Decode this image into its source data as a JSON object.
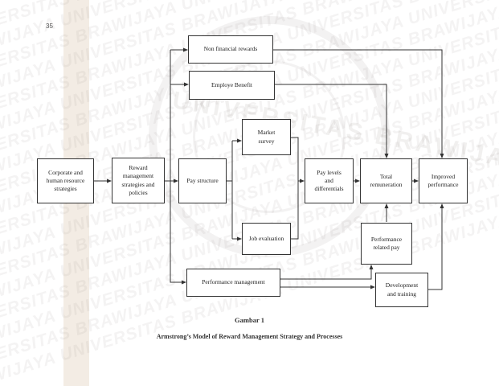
{
  "page_number": "35",
  "watermark": {
    "lines": [
      "UNIVERSITAS BRAWIJAYA UNIVERSITAS BRAWIJAYA UNIVERSITAS BRAWIJAYA",
      "BRAWIJAYA UNIVERSITAS BRAWIJAYA UNIVERSITAS BRAWIJAYA UNIVERSITAS",
      "UNIVERSITAS BRAWIJAYA UNIVERSITAS BRAWIJAYA UNIVERSITAS BRAWIJAYA",
      "BRAWIJAYA UNIVERSITAS BRAWIJAYA UNIVERSITAS BRAWIJAYA UNIVERSITAS",
      "UNIVERSITAS BRAWIJAYA UNIVERSITAS BRAWIJAYA UNIVERSITAS BRAWIJAYA",
      "BRAWIJAYA UNIVERSITAS BRAWIJAYA UNIVERSITAS BRAWIJAYA UNIVERSITAS",
      "UNIVERSITAS BRAWIJAYA UNIVERSITAS BRAWIJAYA UNIVERSITAS BRAWIJAYA",
      "BRAWIJAYA UNIVERSITAS BRAWIJAYA UNIVERSITAS BRAWIJAYA UNIVERSITAS",
      "UNIVERSITAS BRAWIJAYA UNIVERSITAS BRAWIJAYA UNIVERSITAS BRAWIJAYA",
      "BRAWIJAYA UNIVERSITAS BRAWIJAYA UNIVERSITAS BRAWIJAYA UNIVERSITAS",
      "UNIVERSITAS BRAWIJAYA UNIVERSITAS BRAWIJAYA UNIVERSITAS BRAWIJAYA",
      "BRAWIJAYA UNIVERSITAS BRAWIJAYA UNIVERSITAS BRAWIJAYA UNIVERSITAS",
      "UNIVERSITAS BRAWIJAYA UNIVERSITAS BRAWIJAYA UNIVERSITAS BRAWIJAYA",
      "BRAWIJAYA UNIVERSITAS BRAWIJAYA UNIVERSITAS BRAWIJAYA UNIVERSITAS",
      "UNIVERSITAS BRAWIJAYA UNIVERSITAS BRAWIJAYA UNIVERSITAS BRAWIJAYA",
      "BRAWIJAYA UNIVERSITAS BRAWIJAYA UNIVERSITAS BRAWIJAYA UNIVERSITAS",
      "UNIVERSITAS BRAWIJAYA UNIVERSITAS BRAWIJAYA UNIVERSITAS BRAWIJAYA",
      "BRAWIJAYA UNIVERSITAS BRAWIJAYA UNIVERSITAS BRAWIJAYA UNIVERSITAS"
    ],
    "seal_text": "UNIVERSITAS BRAWIJAYA"
  },
  "diagram": {
    "nodes": {
      "corporate": "Corporate and\nhuman resource\nstrategies",
      "reward_strategy": "Reward\nmanagement\nstrategies and\npolicies",
      "pay_structure": "Pay structure",
      "non_financial": "Non financial rewards",
      "employe_benefit": "Employe Benefit",
      "market_survey": "Market\nsurvey",
      "job_evaluation": "Job evaluation",
      "pay_levels": "Pay levels\nand\ndifferentials",
      "total_remuneration": "Total\nremuneration",
      "improved_performance": "Improved\nperformance",
      "performance_related_pay": "Performance\nrelated pay",
      "performance_management": "Performance management",
      "development_training": "Development\nand training"
    }
  },
  "caption": {
    "title": "Gambar 1",
    "subtitle": "Armstrong’s Model of Reward Management Strategy and Processes"
  }
}
